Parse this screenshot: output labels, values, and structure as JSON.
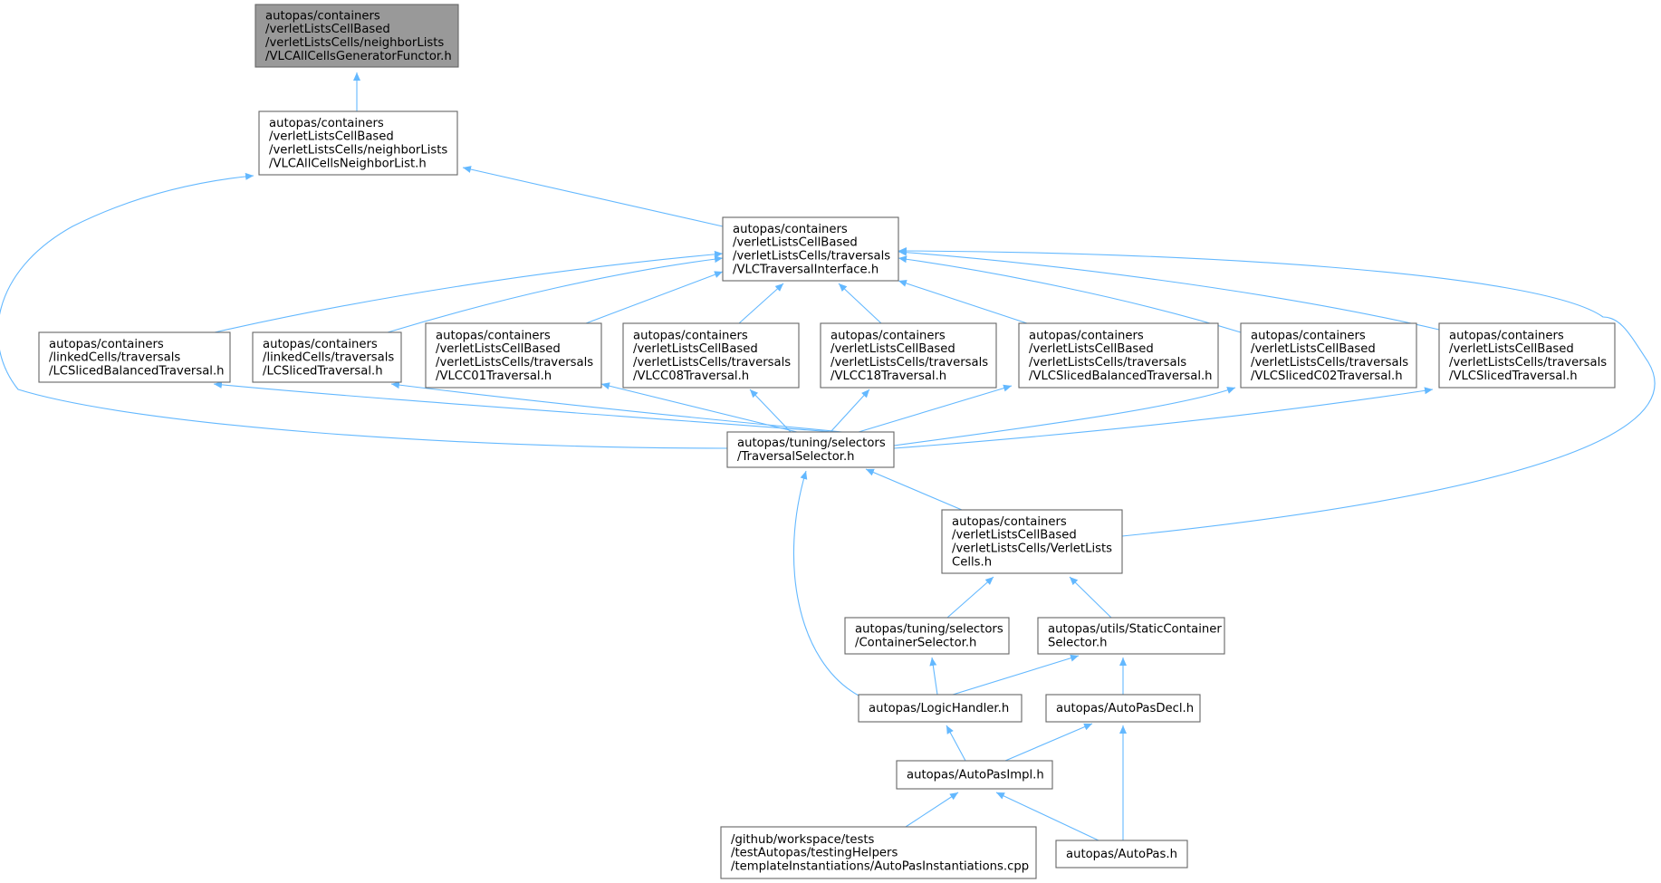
{
  "colors": {
    "edge": "#63b8ff",
    "node_border": "#666666",
    "node_fill": "#ffffff",
    "highlight_fill": "#999999",
    "highlight_border": "#666666"
  },
  "nodes": {
    "n0": {
      "lines": [
        "autopas/containers",
        "/verletListsCellBased",
        "/verletListsCells/neighborLists",
        "/VLCAllCellsGeneratorFunctor.h"
      ],
      "highlight": true
    },
    "n1": {
      "lines": [
        "autopas/containers",
        "/verletListsCellBased",
        "/verletListsCells/neighborLists",
        "/VLCAllCellsNeighborList.h"
      ]
    },
    "n2": {
      "lines": [
        "autopas/containers",
        "/verletListsCellBased",
        "/verletListsCells/traversals",
        "/VLCTraversalInterface.h"
      ]
    },
    "n3": {
      "lines": [
        "autopas/containers",
        "/linkedCells/traversals",
        "/LCSlicedBalancedTraversal.h"
      ]
    },
    "n4": {
      "lines": [
        "autopas/containers",
        "/linkedCells/traversals",
        "/LCSlicedTraversal.h"
      ]
    },
    "n5": {
      "lines": [
        "autopas/containers",
        "/verletListsCellBased",
        "/verletListsCells/traversals",
        "/VLCC01Traversal.h"
      ]
    },
    "n6": {
      "lines": [
        "autopas/containers",
        "/verletListsCellBased",
        "/verletListsCells/traversals",
        "/VLCC08Traversal.h"
      ]
    },
    "n7": {
      "lines": [
        "autopas/containers",
        "/verletListsCellBased",
        "/verletListsCells/traversals",
        "/VLCC18Traversal.h"
      ]
    },
    "n8": {
      "lines": [
        "autopas/containers",
        "/verletListsCellBased",
        "/verletListsCells/traversals",
        "/VLCSlicedBalancedTraversal.h"
      ]
    },
    "n9": {
      "lines": [
        "autopas/containers",
        "/verletListsCellBased",
        "/verletListsCells/traversals",
        "/VLCSlicedC02Traversal.h"
      ]
    },
    "n10": {
      "lines": [
        "autopas/containers",
        "/verletListsCellBased",
        "/verletListsCells/traversals",
        "/VLCSlicedTraversal.h"
      ]
    },
    "n11": {
      "lines": [
        "autopas/tuning/selectors",
        "/TraversalSelector.h"
      ]
    },
    "n12": {
      "lines": [
        "autopas/containers",
        "/verletListsCellBased",
        "/verletListsCells/VerletLists",
        "Cells.h"
      ]
    },
    "n13": {
      "lines": [
        "autopas/tuning/selectors",
        "/ContainerSelector.h"
      ]
    },
    "n14": {
      "lines": [
        "autopas/utils/StaticContainer",
        "Selector.h"
      ]
    },
    "n15": {
      "lines": [
        "autopas/LogicHandler.h"
      ]
    },
    "n16": {
      "lines": [
        "autopas/AutoPasDecl.h"
      ]
    },
    "n17": {
      "lines": [
        "autopas/AutoPasImpl.h"
      ]
    },
    "n18": {
      "lines": [
        "/github/workspace/tests",
        "/testAutopas/testingHelpers",
        "/templateInstantiations/AutoPasInstantiations.cpp"
      ]
    },
    "n19": {
      "lines": [
        "autopas/AutoPas.h"
      ]
    }
  },
  "edges": [
    [
      "n1",
      "n0"
    ],
    [
      "n2",
      "n1"
    ],
    [
      "n11",
      "n1"
    ],
    [
      "n3",
      "n2"
    ],
    [
      "n4",
      "n2"
    ],
    [
      "n5",
      "n2"
    ],
    [
      "n6",
      "n2"
    ],
    [
      "n7",
      "n2"
    ],
    [
      "n8",
      "n2"
    ],
    [
      "n9",
      "n2"
    ],
    [
      "n10",
      "n2"
    ],
    [
      "n12",
      "n2"
    ],
    [
      "n11",
      "n3"
    ],
    [
      "n11",
      "n4"
    ],
    [
      "n11",
      "n5"
    ],
    [
      "n11",
      "n6"
    ],
    [
      "n11",
      "n7"
    ],
    [
      "n11",
      "n8"
    ],
    [
      "n11",
      "n9"
    ],
    [
      "n11",
      "n10"
    ],
    [
      "n12",
      "n11"
    ],
    [
      "n15",
      "n11"
    ],
    [
      "n13",
      "n12"
    ],
    [
      "n14",
      "n12"
    ],
    [
      "n15",
      "n13"
    ],
    [
      "n15",
      "n14"
    ],
    [
      "n16",
      "n14"
    ],
    [
      "n17",
      "n15"
    ],
    [
      "n17",
      "n16"
    ],
    [
      "n19",
      "n16"
    ],
    [
      "n18",
      "n17"
    ],
    [
      "n19",
      "n17"
    ]
  ]
}
